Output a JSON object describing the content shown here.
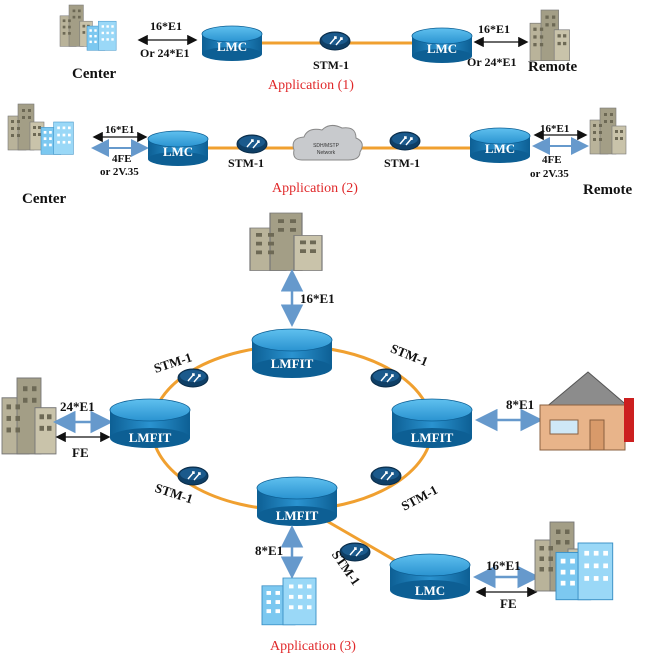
{
  "app1": {
    "left_label": "Center",
    "right_label": "Remote",
    "left_rate": "16*E1",
    "left_rate_alt": "Or 24*E1",
    "right_rate": "16*E1",
    "right_rate_alt": "Or 24*E1",
    "node_left": "LMC",
    "node_right": "LMC",
    "link_label": "STM-1",
    "caption": "Application (1)"
  },
  "app2": {
    "left_label": "Center",
    "right_label": "Remote",
    "left_rate": "16*E1",
    "left_alt1": "4FE",
    "left_alt2": "or 2V.35",
    "right_rate": "16*E1",
    "right_alt1": "4FE",
    "right_alt2": "or 2V.35",
    "node_left": "LMC",
    "node_right": "LMC",
    "link_left": "STM-1",
    "link_right": "STM-1",
    "cloud_line1": "SDH/MSTP",
    "cloud_line2": "Network",
    "caption": "Application (2)"
  },
  "app3": {
    "ring_nodes": {
      "top": "LMFIT",
      "left": "LMFIT",
      "right": "LMFIT",
      "bottom": "LMFIT"
    },
    "top_rate": "16*E1",
    "left_rate": "24*E1",
    "left_fe": "FE",
    "right_rate": "8*E1",
    "bottom_rate": "8*E1",
    "ring_links": {
      "top_left": "STM-1",
      "top_right": "STM-1",
      "bottom_left": "STM-1",
      "bottom_right": "STM-1"
    },
    "spur_link": "STM-1",
    "spur_node": "LMC",
    "spur_rate": "16*E1",
    "spur_fe": "FE",
    "caption": "Application (3)"
  },
  "colors": {
    "link": "#f0a030",
    "cylinder": "#1e7fb8",
    "caption": "#e0282a",
    "arrow_blue": "#6699cc"
  }
}
